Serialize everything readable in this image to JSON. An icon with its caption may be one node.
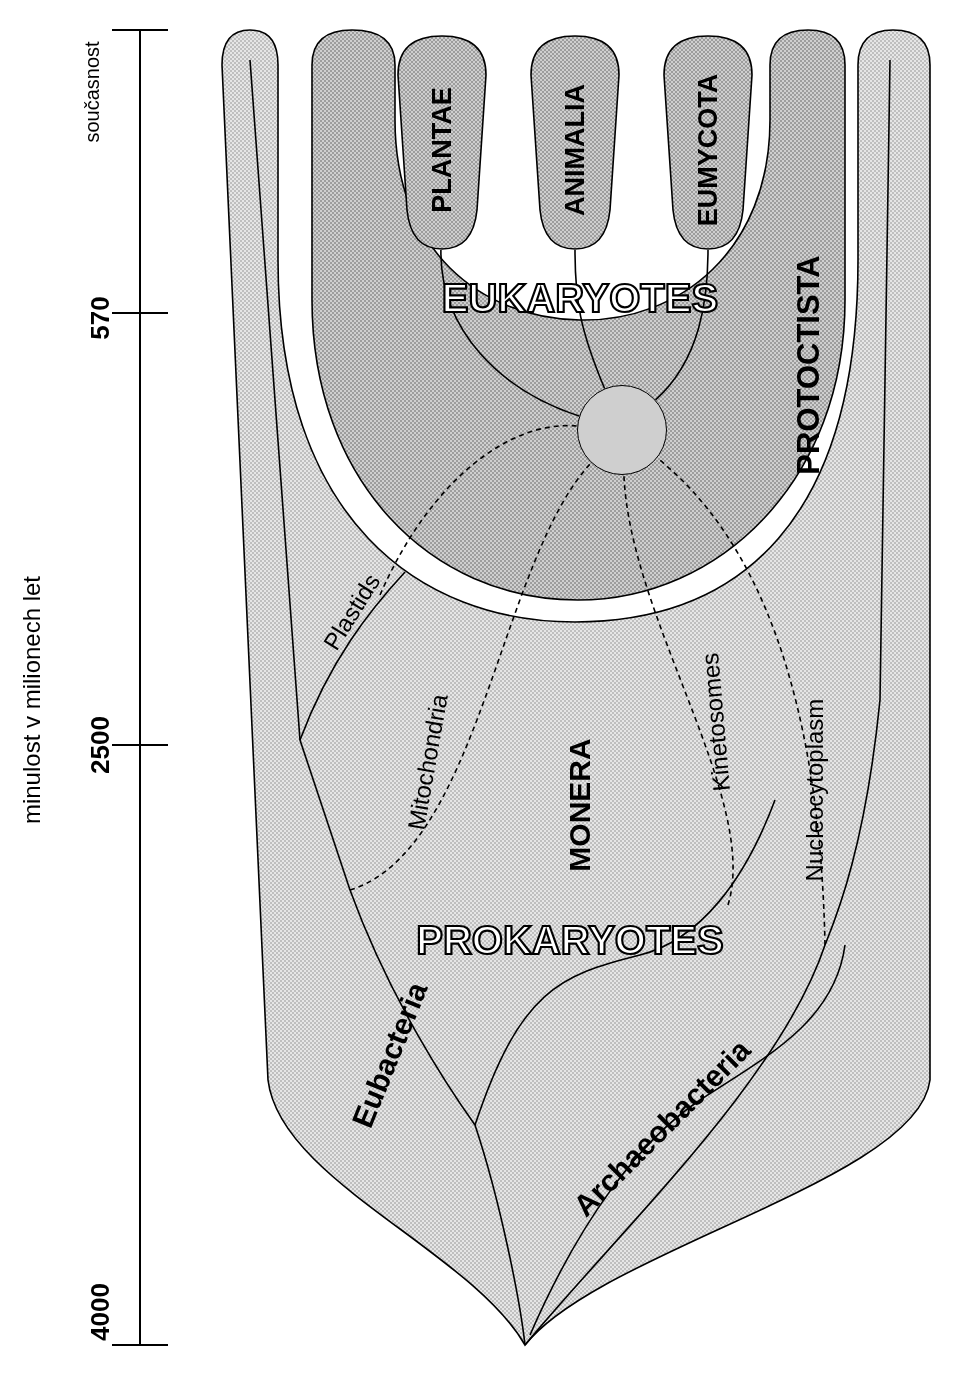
{
  "diagram": {
    "nodes": [
      {
        "text": [
          "PROKARYOTES",
          "MONERA"
        ]
      },
      {
        "text": [
          "EUKARYOTES",
          "PROTOCTISTA"
        ],
        "in": 0
      },
      {
        "text": [
          "PLANTAE"
        ],
        "in": 1
      },
      {
        "text": [
          "ANIMALIA"
        ],
        "in": 1
      },
      {
        "text": [
          "EUMYCOTA"
        ],
        "in": 1
      },
      {
        "text": [],
        "shape": "circle",
        "in": 1
      }
    ],
    "edges": [
      {
        "from": null,
        "to": 5,
        "arrow": "none",
        "label": "Plastids",
        "style": "dashed"
      },
      {
        "from": null,
        "to": 5,
        "arrow": "none",
        "label": "Mitochondria",
        "style": "dashed"
      },
      {
        "from": null,
        "to": 5,
        "arrow": "none",
        "label": "Kinetosomes",
        "style": "dashed"
      },
      {
        "from": null,
        "to": 5,
        "arrow": "none",
        "label": "Nucleocytoplasm",
        "style": "dashed"
      },
      {
        "from": 5,
        "to": 2,
        "arrow": "none"
      },
      {
        "from": 5,
        "to": 3,
        "arrow": "none"
      },
      {
        "from": 5,
        "to": 4,
        "arrow": "none"
      }
    ],
    "labels": [
      "současnost",
      "570",
      "2500",
      "4000",
      "minulost v milionech let",
      "Eubacteria",
      "Archaeobacteria"
    ]
  }
}
